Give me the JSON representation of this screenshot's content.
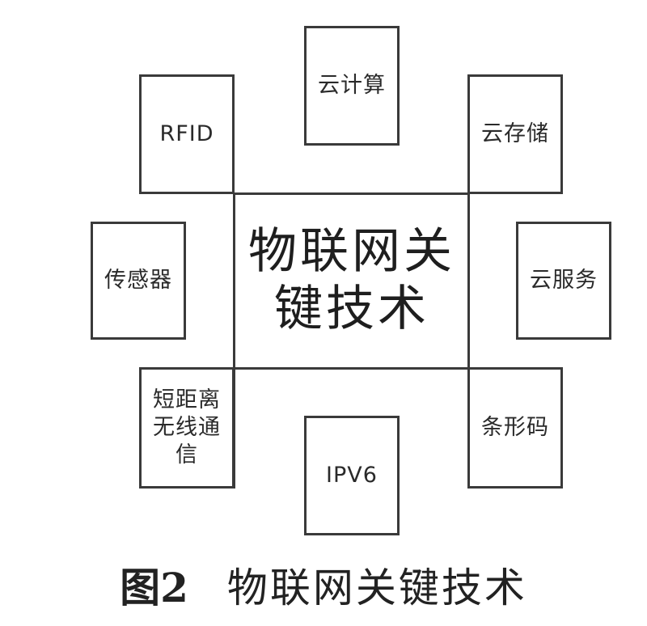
{
  "center": {
    "label": "物联网关\n键技术"
  },
  "nodes": {
    "cloud_computing": "云计算",
    "rfid": "RFID",
    "cloud_storage": "云存储",
    "sensor": "传感器",
    "cloud_service": "云服务",
    "short_range_wireless": "短距离\n无线通\n信",
    "ipv6": "IPV6",
    "barcode": "条形码"
  },
  "caption": {
    "number": "图2",
    "title": "物联网关键技术"
  }
}
